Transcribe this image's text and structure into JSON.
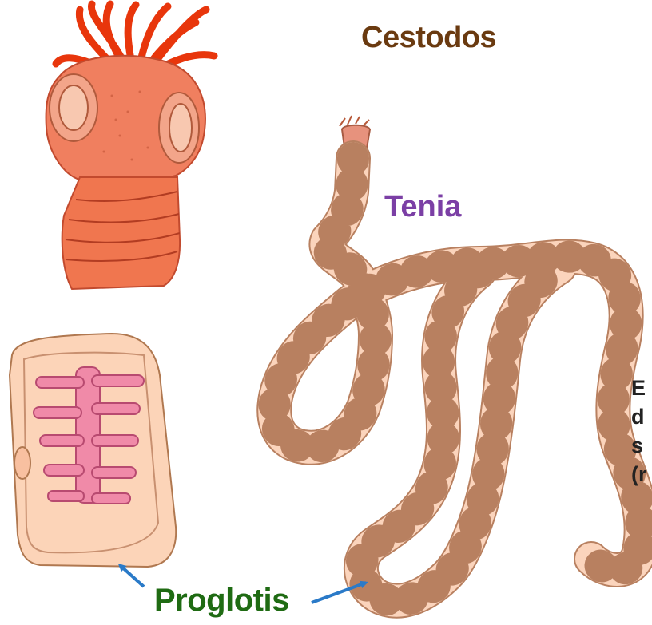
{
  "title": {
    "text": "Cestodos",
    "color": "#6a3a10"
  },
  "labels": {
    "tenia": {
      "text": "Tenia",
      "color": "#7b3fa5"
    },
    "proglotis": {
      "text": "Proglotis",
      "color": "#1f6b13"
    },
    "arrow_color": "#2a7ac8"
  },
  "cut_text_lines": [
    "E",
    "d",
    "s",
    "(r"
  ],
  "colors": {
    "scolex_fill": "#f07f5f",
    "scolex_hooks": "#e8360c",
    "sucker_fill": "#f8c8b0",
    "worm_fill": "#fbd4bc",
    "worm_stroke": "#b88060",
    "proglottid_fill": "#fcd4b8",
    "uterus_fill": "#f08aa8"
  },
  "icons": [
    "scolex-illustration",
    "tapeworm-illustration",
    "proglottid-illustration",
    "arrow-icon"
  ]
}
